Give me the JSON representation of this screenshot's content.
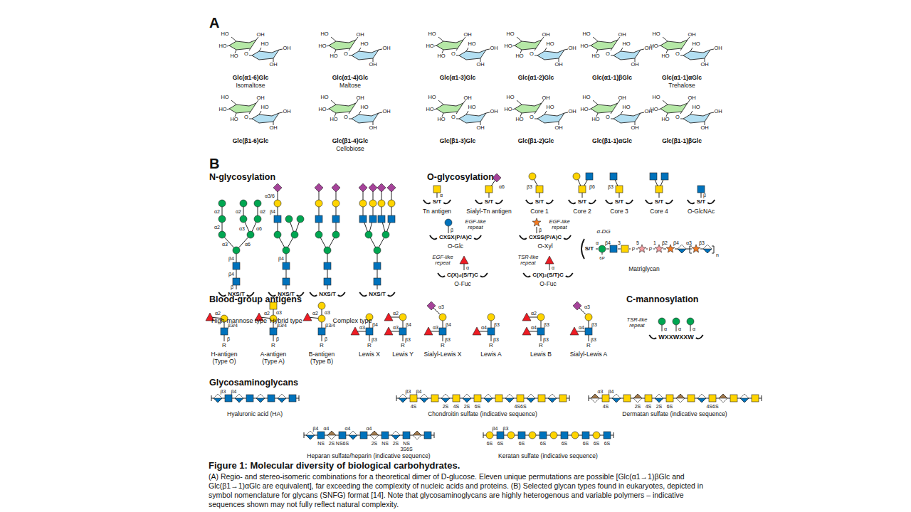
{
  "diagram": {
    "title": "Figure 1: Molecular diversity of biological carbohydrates.",
    "caption": "(A) Regio- and stereo-isomeric combinations for a theoretical dimer of D-glucose. Eleven unique permutations are possible [Glc(α1→1)βGlc and Glc(β1→1)αGlc are equivalent], far exceeding the complexity of nucleic acids and proteins. (B) Selected glycan types found in eukaryotes, depicted in symbol nomenclature for glycans (SNFG) format [14]. Note that glycosaminoglycans are highly heterogenous and variable polymers – indicative sequences shown may not fully reflect natural complexity.",
    "labels": [
      "A",
      "HO",
      "HO",
      "HO",
      "OH",
      "O",
      "HO",
      "OH",
      "OH",
      "Glc(α1-6)Glc",
      "Isomaltose",
      "HO",
      "HO",
      "HO",
      "OH",
      "O",
      "HO",
      "OH",
      "OH",
      "Glc(α1-4)Glc",
      "Maltose",
      "HO",
      "HO",
      "HO",
      "OH",
      "O",
      "HO",
      "OH",
      "OH",
      "Glc(α1-3)Glc",
      "HO",
      "HO",
      "HO",
      "OH",
      "O",
      "HO",
      "OH",
      "OH",
      "Glc(α1-2)Glc",
      "HO",
      "HO",
      "HO",
      "OH",
      "O",
      "HO",
      "OH",
      "OH",
      "Glc(α1-1)βGlc",
      "HO",
      "HO",
      "HO",
      "OH",
      "O",
      "HO",
      "OH",
      "OH",
      "Glc(α1-1)αGlc",
      "Trehalose",
      "HO",
      "HO",
      "HO",
      "OH",
      "O",
      "HO",
      "OH",
      "OH",
      "Glc(β1-6)Glc",
      "HO",
      "HO",
      "HO",
      "OH",
      "O",
      "HO",
      "OH",
      "OH",
      "Glc(β1-4)Glc",
      "Cellobiose",
      "HO",
      "HO",
      "HO",
      "OH",
      "O",
      "HO",
      "OH",
      "OH",
      "Glc(β1-3)Glc",
      "HO",
      "HO",
      "HO",
      "OH",
      "O",
      "HO",
      "OH",
      "OH",
      "Glc(β1-2)Glc",
      "HO",
      "HO",
      "HO",
      "OH",
      "O",
      "HO",
      "OH",
      "OH",
      "Glc(β1-1)αGlc",
      "HO",
      "HO",
      "HO",
      "OH",
      "O",
      "HO",
      "OH",
      "OH",
      "Glc(β1-1)βGlc",
      "B",
      "N-glycosylation",
      "α2",
      "α2",
      "α2",
      "α2",
      "α3",
      "α6",
      "α3",
      "α6",
      "β4",
      "β4",
      "β",
      "NXS/T",
      "High-mannose type",
      "α3/6",
      "β4",
      "β4",
      "NXS/T",
      "Hybrid type",
      "NXS/T",
      "NXS/T",
      "Complex type",
      "O-glycosylation",
      "α",
      "S/T",
      "Tn antigen",
      "α6",
      "S/T",
      "Sialyl-Tn antigen",
      "β3",
      "S/T",
      "Core 1",
      "β6",
      "S/T",
      "Core 2",
      "β3",
      "S/T",
      "Core 3",
      "S/T",
      "Core 4",
      "β",
      "S/T",
      "O-GlcNAc",
      "EGF-like repeat",
      "β",
      "CXSX(P/A)C",
      "O-Glc",
      "EGF-like repeat",
      "β",
      "CXSS(P/A)C",
      "O-Xyl",
      "EGF-like repeat",
      "α",
      "C(X)₄(S/T)C",
      "O-Fuc",
      "TSR-like repeat",
      "α",
      "C(X)₂(S/T)C",
      "O-Fuc",
      "α-DG",
      "S/T",
      "α",
      "β4",
      "3",
      "5",
      "1",
      "β2",
      "β4",
      "α3",
      "β3",
      "6P",
      "P",
      "P",
      "n",
      "Matriglycan",
      "Blood-group antigens",
      "α2",
      "β3/4",
      "β",
      "R",
      "H-antigen",
      "(Type O)",
      "α3",
      "α2",
      "β3/4",
      "β",
      "R",
      "A-antigen",
      "(Type A)",
      "α3",
      "α2",
      "β3/4",
      "β",
      "R",
      "B-antigen",
      "(Type B)",
      "α3",
      "β4",
      "β3",
      "R",
      "Lewis X",
      "α2",
      "α3",
      "β4",
      "β3",
      "R",
      "Lewis Y",
      "α3",
      "α3",
      "β4",
      "β3",
      "R",
      "Sialyl-Lewis X",
      "α4",
      "β3",
      "β3",
      "R",
      "Lewis A",
      "α2",
      "α4",
      "β3",
      "β3",
      "R",
      "Lewis B",
      "α3",
      "α4",
      "β3",
      "β3",
      "R",
      "Sialyl-Lewis A",
      "C-mannosylation",
      "TSR-like repeat",
      "α",
      "α",
      "α",
      "WXXWXXW",
      "Glycosaminoglycans",
      "β3",
      "β4",
      "Hyaluronic acid (HA)",
      "β3",
      "β4",
      "4S",
      "2S",
      "4S",
      "2S",
      "6S",
      "4S6S",
      "Chondroitin sulfate (indicative sequence)",
      "α3",
      "β4",
      "4S",
      "2S",
      "4S",
      "2S",
      "6S",
      "4S6S",
      "Dermatan sulfate (indicative sequence)",
      "β4",
      "α4",
      "α4",
      "α4",
      "NS",
      "2S",
      "NS6S",
      "2S",
      "NS",
      "2S",
      "NS",
      "3S6S",
      "Heparan sulfate/heparin (indicative sequence)",
      "β4",
      "β3",
      "6S",
      "6S",
      "6S",
      "6S",
      "6S",
      "6S",
      "6S",
      "6S",
      "Keratan sulfate (indicative sequence)"
    ]
  }
}
